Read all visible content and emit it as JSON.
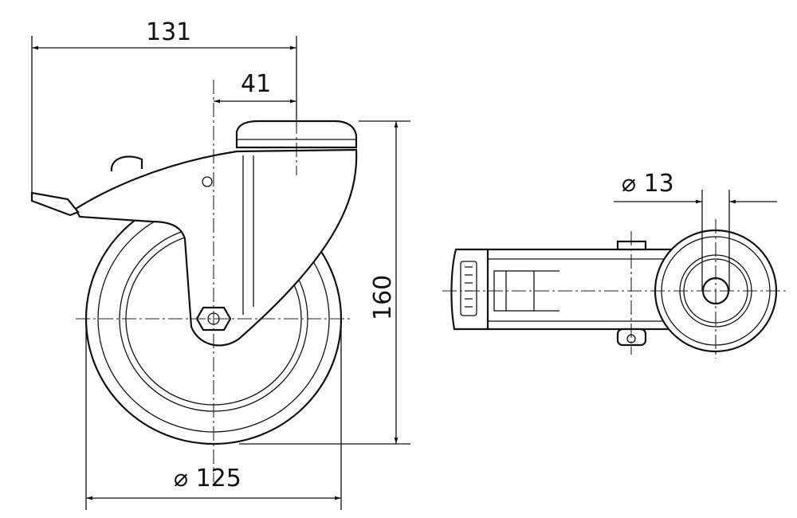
{
  "drawing": {
    "dimensions": {
      "overall_length": "131",
      "offset": "41",
      "height": "160",
      "wheel_diameter": "⌀ 125",
      "bolt_hole_diameter": "⌀ 13"
    },
    "line_color": "#111111",
    "background": "#ffffff"
  }
}
